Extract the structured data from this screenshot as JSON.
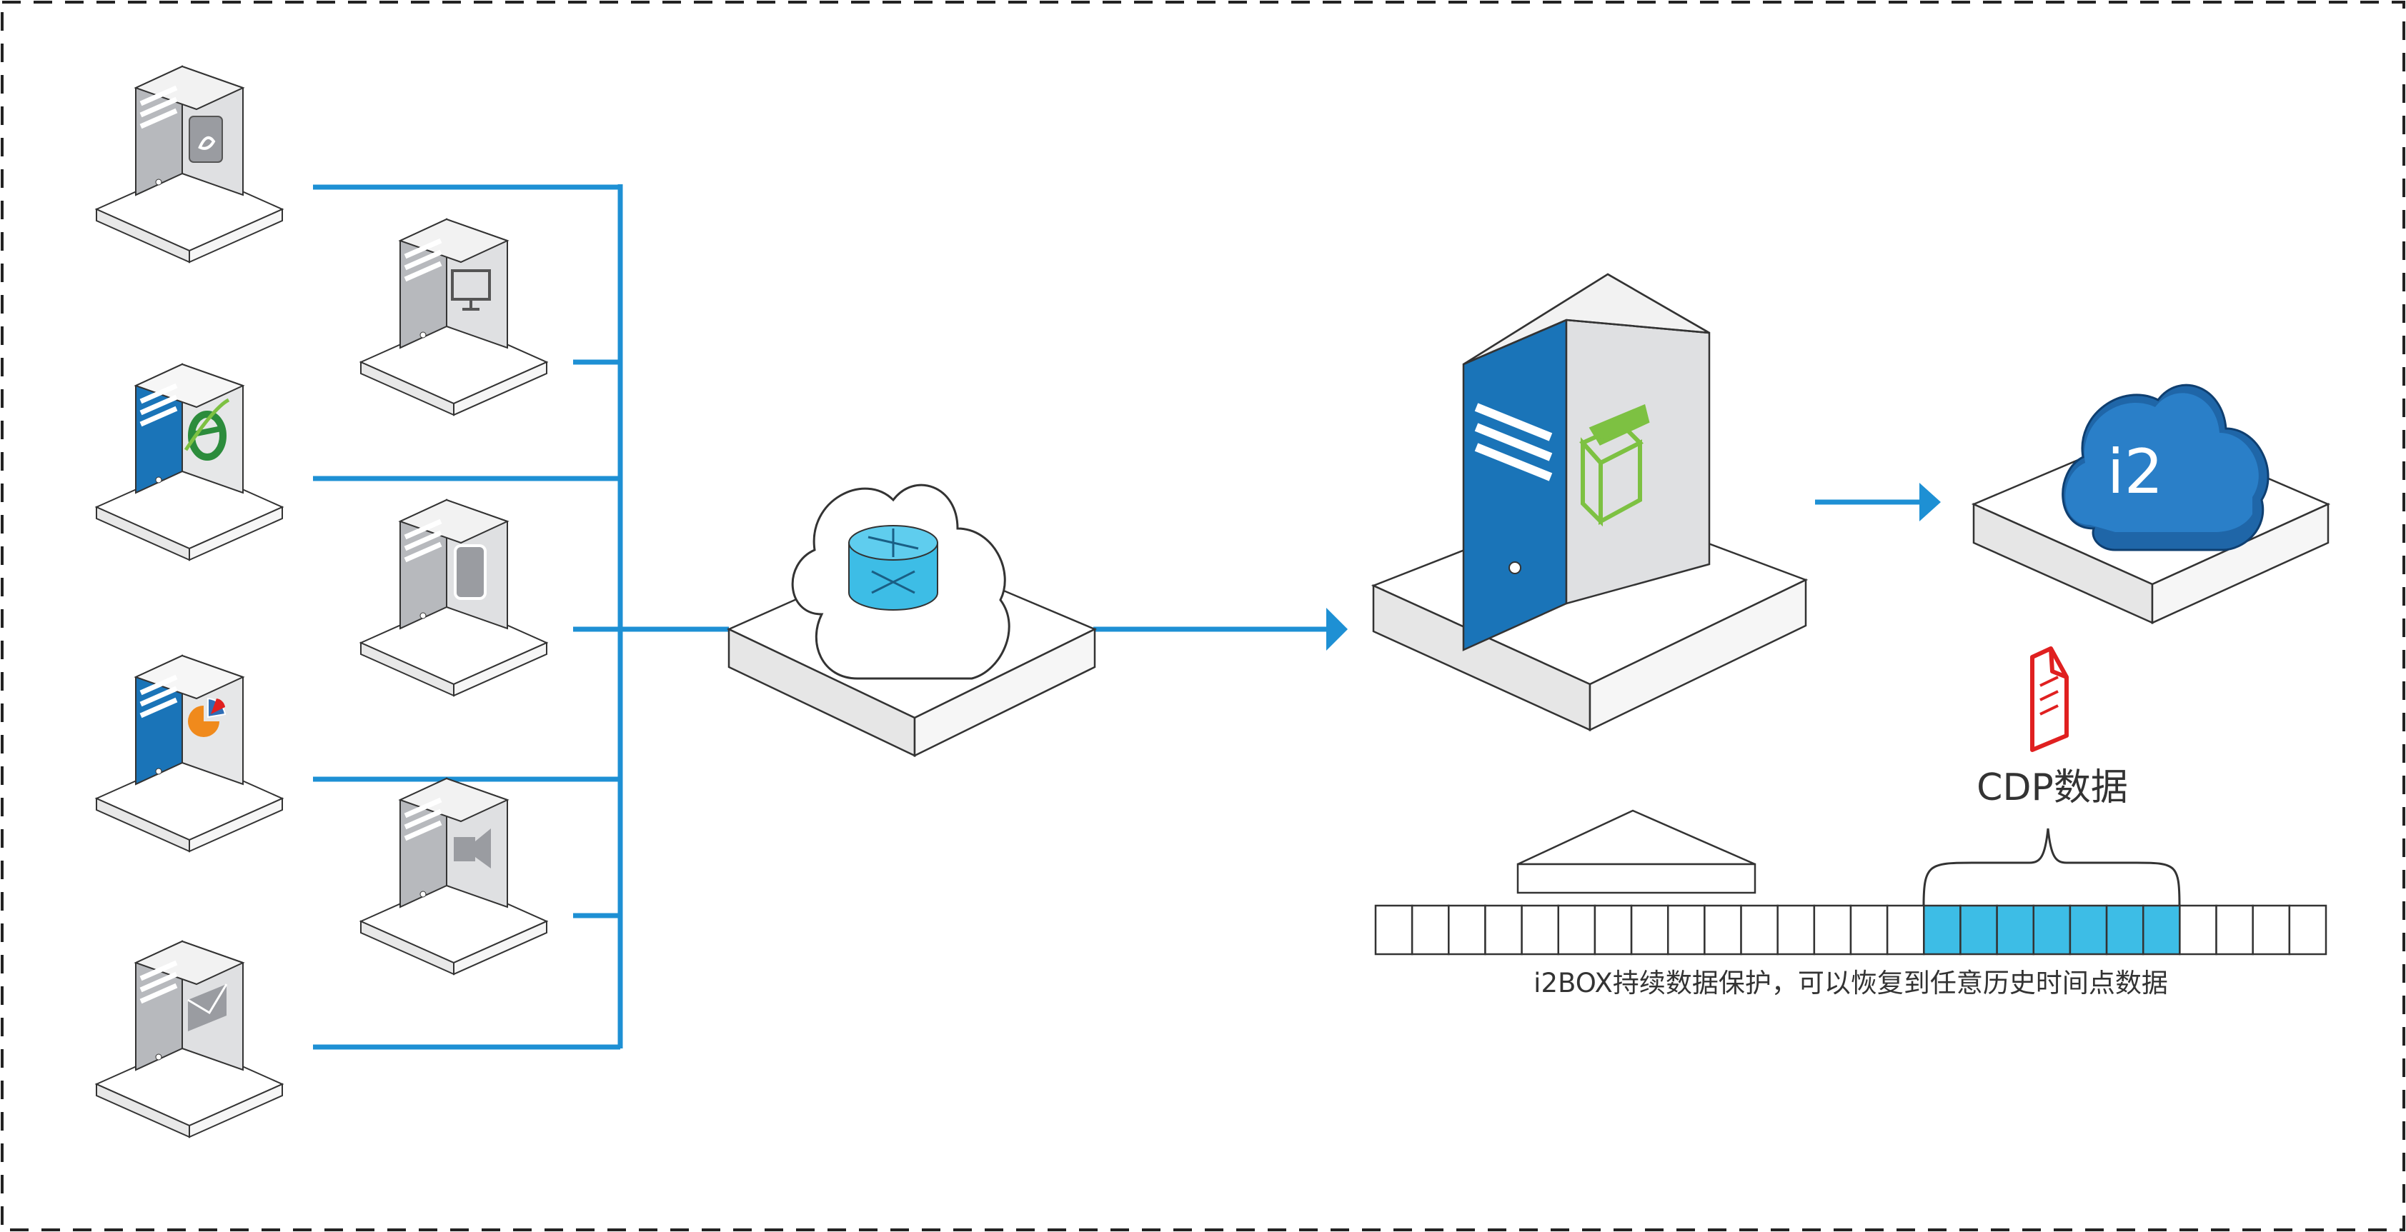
{
  "diagram": {
    "cdp_label": "CDP数据",
    "caption": "i2BOX持续数据保护，可以恢复到任意历史时间点数据",
    "cloud_logo": "i2",
    "timeline": {
      "total_cells": 26,
      "highlighted_from": 15,
      "highlighted_to": 21
    },
    "colors": {
      "line": "#1e90d4",
      "server_blue": "#1a74b8",
      "server_gray": "#bfc1c5",
      "server_light": "#e6e7e8",
      "green": "#7dc142",
      "cyan": "#3dbde6",
      "red": "#e02020",
      "orange": "#f08a1c"
    },
    "icons": {
      "source_servers": [
        "edit-doc-icon",
        "monitor-icon",
        "ie-browser-icon",
        "document-icon",
        "chart-icon",
        "video-icon",
        "mail-icon"
      ],
      "router": "router-icon",
      "backup_box": "box-icon",
      "cloud": "i2-cloud-logo",
      "cdp": "document-icon"
    }
  }
}
